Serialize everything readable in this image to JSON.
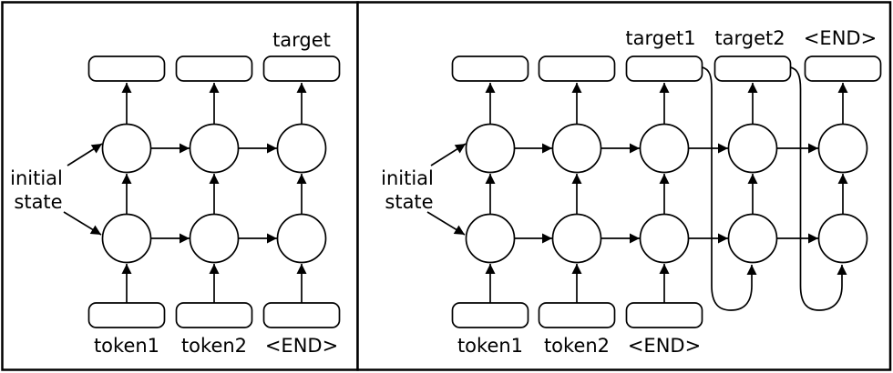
{
  "left_panel": {
    "initial_state_line1": "initial",
    "initial_state_line2": "state",
    "output_label": "target",
    "input_labels": [
      "token1",
      "token2",
      "<END>"
    ]
  },
  "right_panel": {
    "initial_state_line1": "initial",
    "initial_state_line2": "state",
    "output_labels": [
      "target1",
      "target2",
      "<END>"
    ],
    "input_labels": [
      "token1",
      "token2",
      "<END>"
    ]
  },
  "colors": {
    "line": "#000000",
    "background": "#ffffff",
    "text": "#000000"
  }
}
